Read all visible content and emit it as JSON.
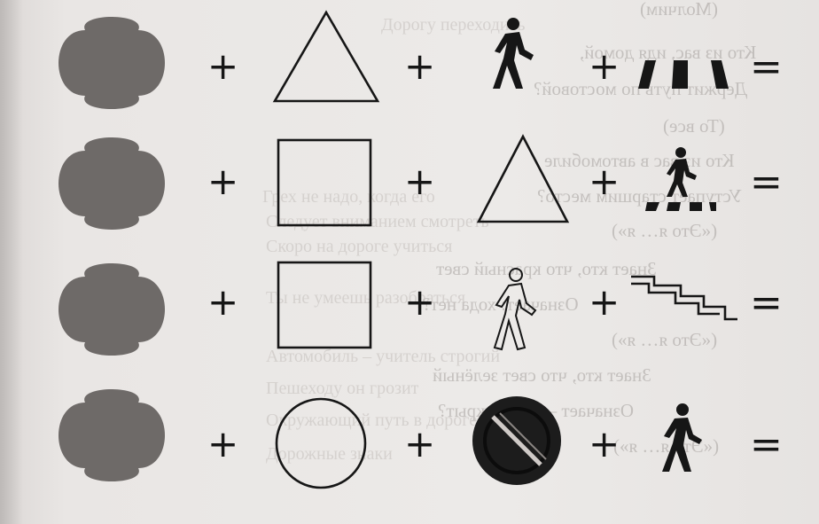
{
  "operators": {
    "plus": "+",
    "equals": "="
  },
  "bleed_text": [
    "(Молчим)",
    "Кто из вас, идя домой,",
    "Держит путь по мостовой?",
    "(То все)",
    "Кто из вас в автомобиле",
    "Уступает старшим место?",
    "(«Это я… я»)",
    "Знает кто, что красный свет",
    "Означает: хода нет?",
    "(«Это я… я»)",
    "Знает кто, что свет зелёный",
    "Означает – путь открыт?",
    "(«Это я… я»)",
    "Дорогу переходить",
    "Грех не надо, когда его",
    "Следует вниманием смотреть",
    "Скоро на дороге учиться",
    "Ты не умеешь разобраться",
    "Автомобиль – учитель строгий",
    "Пешеходу он грозит",
    "Окружающий путь в дороге",
    "Дорожные знаки"
  ],
  "rows": [
    {
      "blob": "gray-blob",
      "shape": "triangle",
      "sign": "walking-pedestrian",
      "extra": "crosswalk-stripes"
    },
    {
      "blob": "gray-blob",
      "shape": "square",
      "sign": "triangle",
      "extra": "pedestrian-on-crosswalk"
    },
    {
      "blob": "gray-blob",
      "shape": "square",
      "sign": "pedestrian-outline",
      "extra": "stairs"
    },
    {
      "blob": "gray-blob",
      "shape": "circle",
      "sign": "no-entry-sign",
      "extra": "walking-pedestrian"
    }
  ]
}
